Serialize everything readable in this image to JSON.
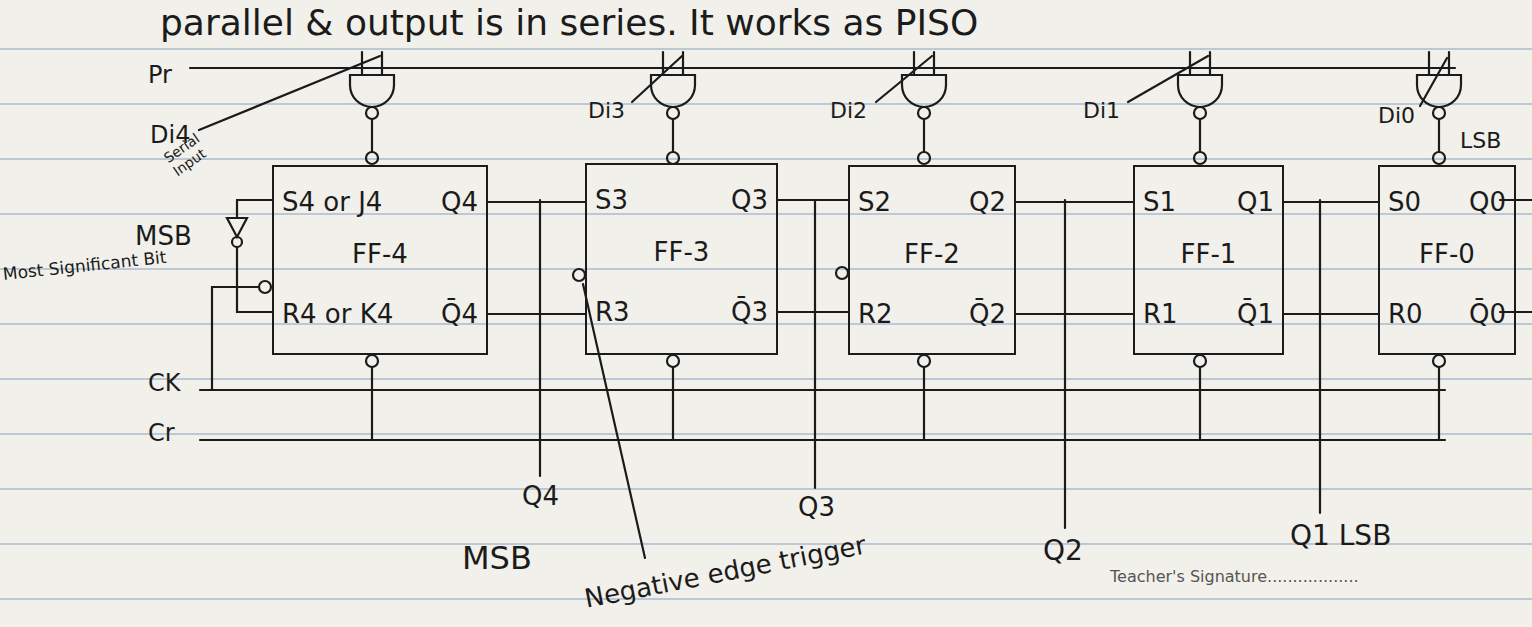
{
  "diagram": {
    "nodes": [
      {
        "text": [
          "S4 or J4",
          "Q4",
          "FF-4",
          "R4 or K4",
          "Q̄4"
        ]
      },
      {
        "text": [
          "S3",
          "Q3",
          "FF-3",
          "R3",
          "Q̄3"
        ]
      },
      {
        "text": [
          "S2",
          "Q2",
          "FF-2",
          "R2",
          "Q̄2"
        ]
      },
      {
        "text": [
          "S1",
          "Q1",
          "FF-1",
          "R1",
          "Q̄1"
        ]
      },
      {
        "text": [
          "S0",
          "Q0",
          "FF-0",
          "R0",
          "Q̄0"
        ]
      }
    ],
    "edges": [
      {
        "from": 0,
        "to": 1,
        "arrow": "none"
      },
      {
        "from": 0,
        "to": 1,
        "arrow": "none"
      },
      {
        "from": 1,
        "to": 2,
        "arrow": "none"
      },
      {
        "from": 1,
        "to": 2,
        "arrow": "none"
      },
      {
        "from": 2,
        "to": 3,
        "arrow": "none"
      },
      {
        "from": 2,
        "to": 3,
        "arrow": "none"
      },
      {
        "from": 3,
        "to": 4,
        "arrow": "none"
      },
      {
        "from": 3,
        "to": 4,
        "arrow": "none"
      }
    ],
    "labels": [
      "parallel & output is in series. It works as PISO",
      "Pr",
      "Di4",
      "Serial Input",
      "MSB",
      "Most Significant Bit",
      "Di3",
      "Di2",
      "Di1",
      "Di0",
      "LSB",
      "CK",
      "Cr",
      "Q4",
      "MSB",
      "Q3",
      "Q2",
      "Q1 LSB",
      "Negative edge trigger",
      "Teacher's Signature.................."
    ]
  }
}
